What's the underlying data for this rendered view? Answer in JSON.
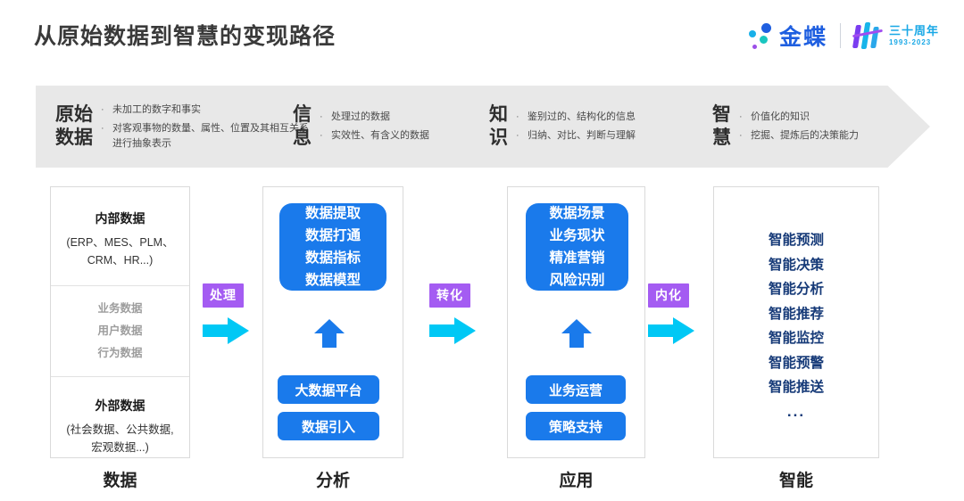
{
  "header": {
    "title": "从原始数据到智慧的变现路径",
    "brand_name": "金蝶",
    "anniversary_top": "三十周年",
    "anniversary_years": "1993-2023"
  },
  "band": {
    "stages": [
      {
        "key": "原始\n数据",
        "bullets": [
          "未加工的数字和事实",
          "对客观事物的数量、属性、位置及其相互关系进行抽象表示"
        ]
      },
      {
        "key": "信\n息",
        "bullets": [
          "处理过的数据",
          "实效性、有含义的数据"
        ]
      },
      {
        "key": "知\n识",
        "bullets": [
          "鉴别过的、结构化的信息",
          "归纳、对比、判断与理解"
        ]
      },
      {
        "key": "智\n慧",
        "bullets": [
          "价值化的知识",
          "挖掘、提炼后的决策能力"
        ]
      }
    ]
  },
  "columns": [
    {
      "label": "数据",
      "top_title": "内部数据",
      "top_sub": "(ERP、MES、PLM、\nCRM、HR...)",
      "middle_items": [
        "业务数据",
        "用户数据",
        "行为数据"
      ],
      "bottom_title": "外部数据",
      "bottom_sub": "(社会数据、公共数据,\n宏观数据...)"
    },
    {
      "label": "分析",
      "main_box": "数据提取\n数据打通\n数据指标\n数据模型",
      "pills": [
        "大数据平台",
        "数据引入"
      ]
    },
    {
      "label": "应用",
      "main_box": "数据场景\n业务现状\n精准营销\n风险识别",
      "pills": [
        "业务运营",
        "策略支持"
      ]
    },
    {
      "label": "智能",
      "items": [
        "智能预测",
        "智能决策",
        "智能分析",
        "智能推荐",
        "智能监控",
        "智能预警",
        "智能推送"
      ],
      "ellipsis": "..."
    }
  ],
  "connectors": [
    {
      "label": "处理"
    },
    {
      "label": "转化"
    },
    {
      "label": "内化"
    }
  ],
  "colors": {
    "blue": "#1a7aeb",
    "purple": "#a45cf2",
    "cyan": "#00c8f5",
    "navy": "#163a78",
    "band_gray": "#e8e8e8",
    "brand_blue": "#1f5fe0"
  }
}
